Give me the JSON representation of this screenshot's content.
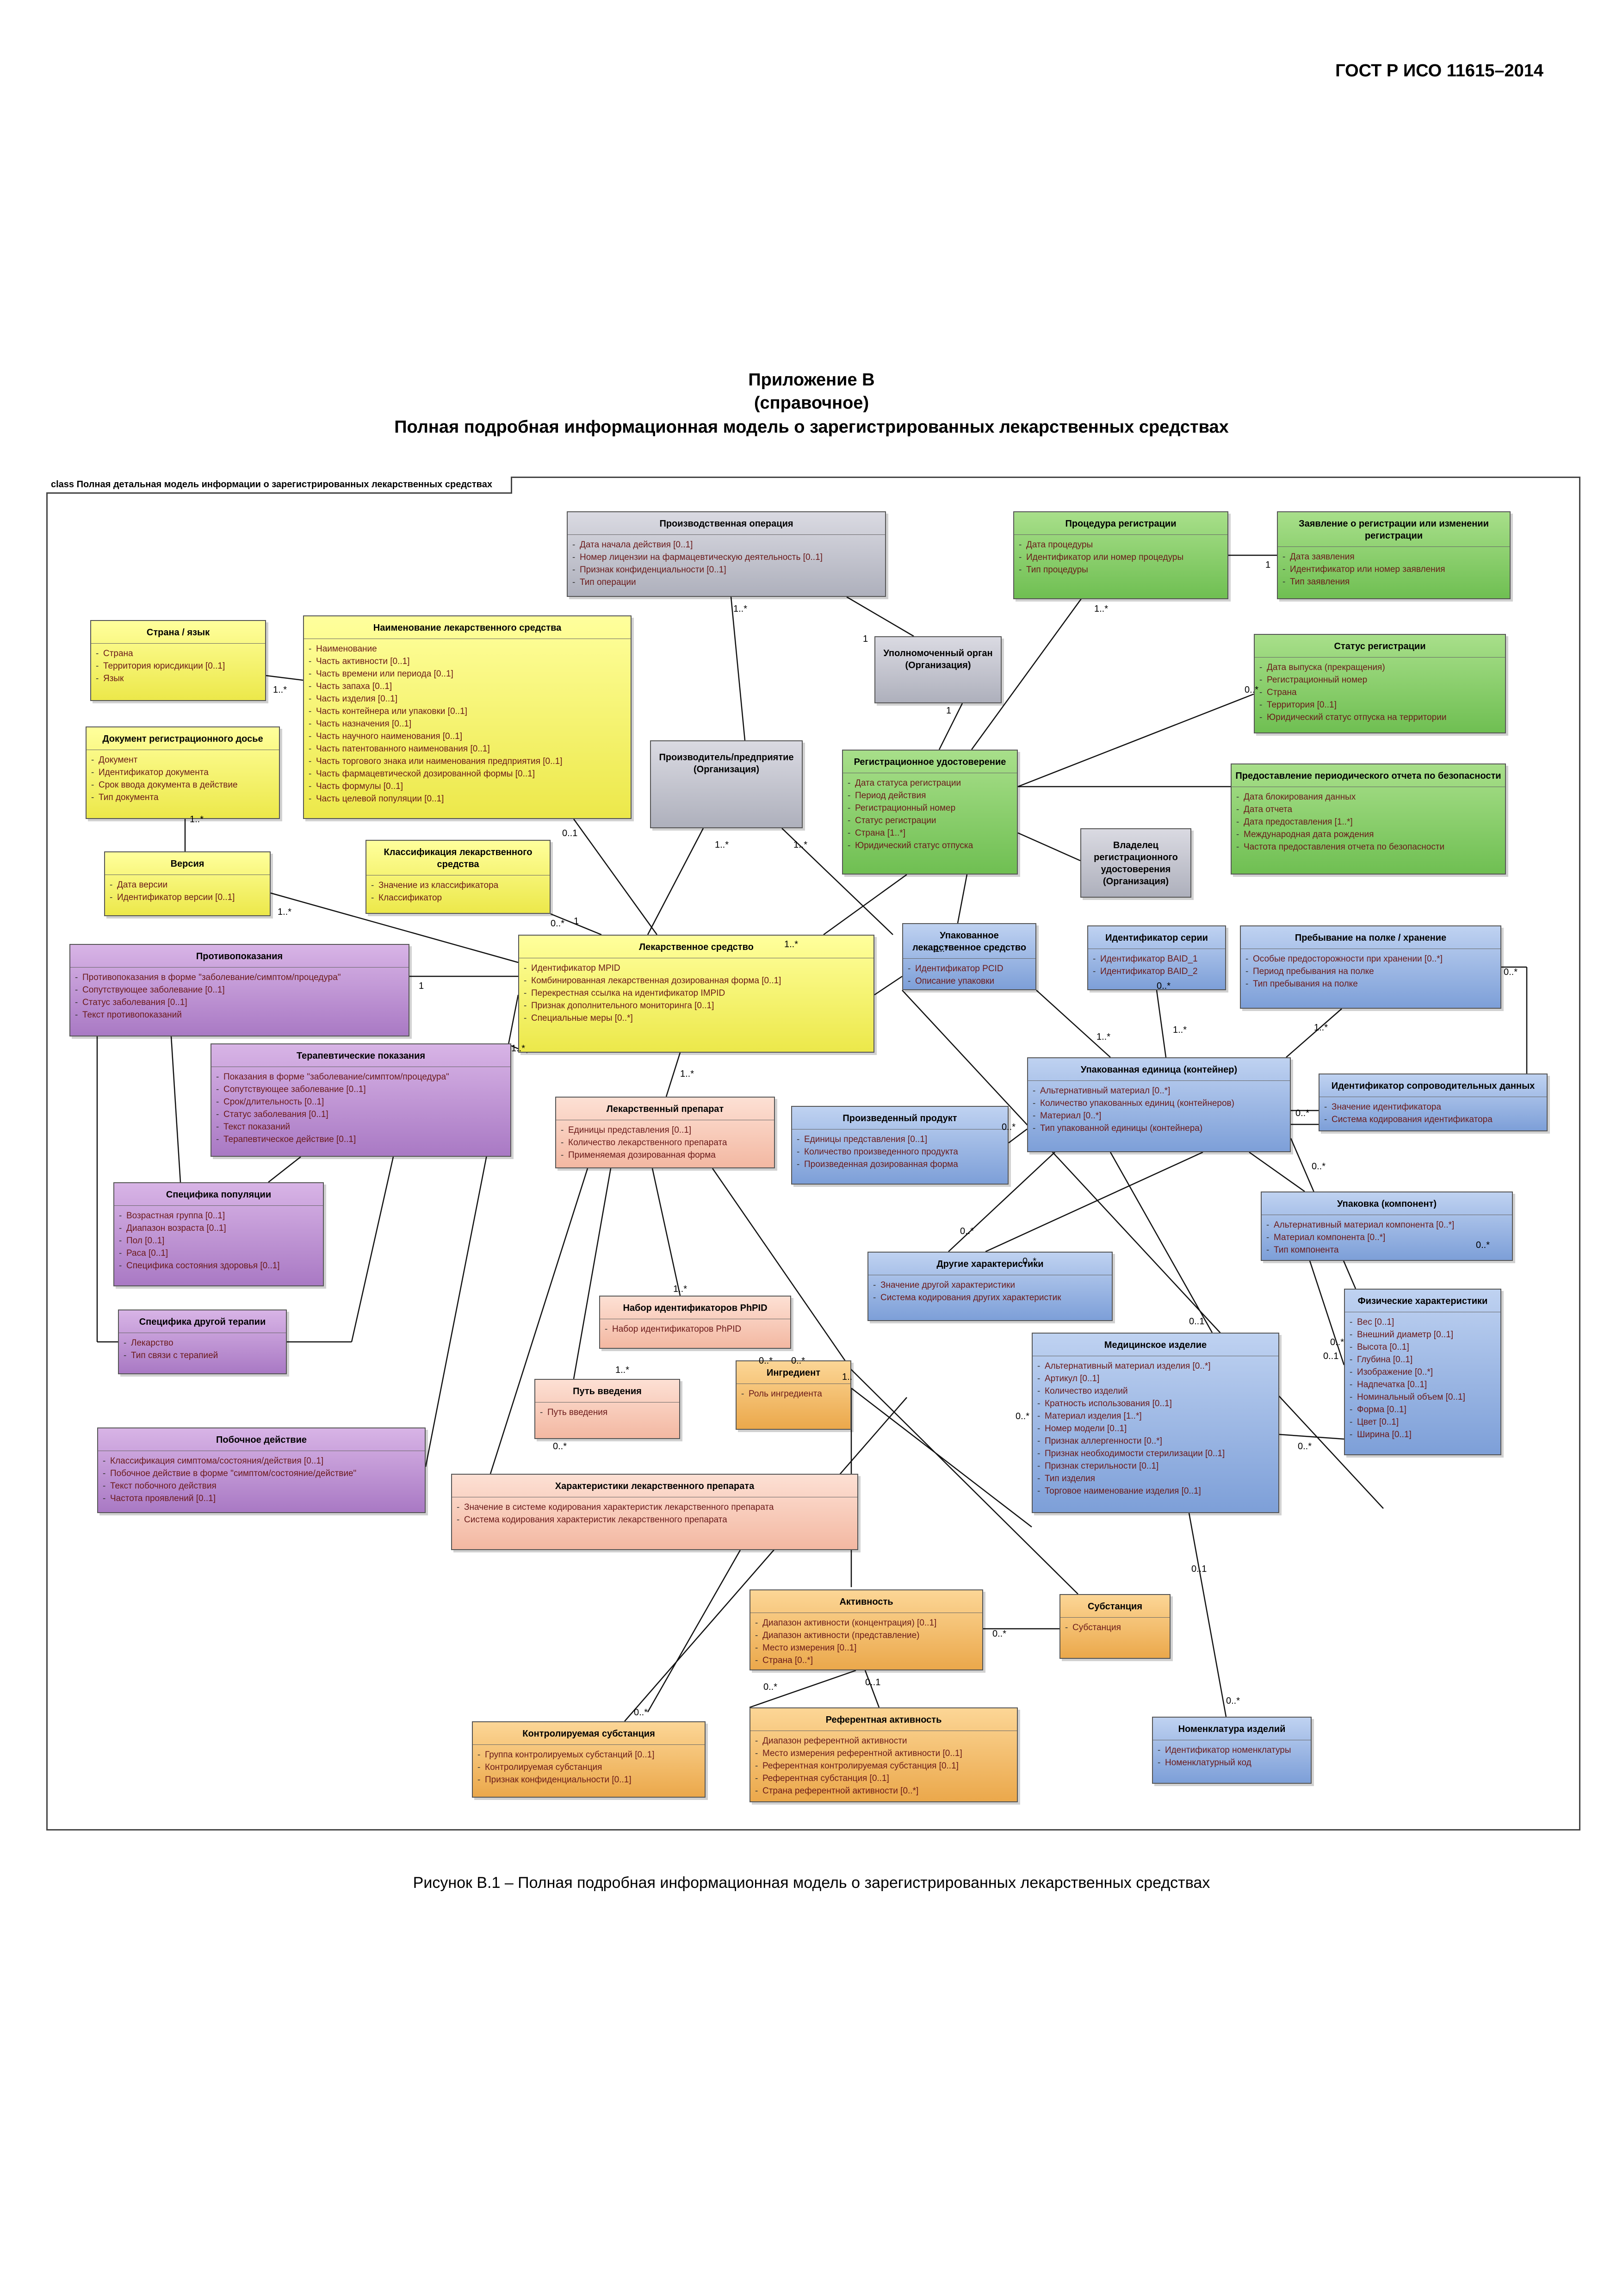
{
  "page": {
    "header": "ГОСТ Р ИСО 11615–2014",
    "appendix": "Приложение В",
    "reference": "(справочное)",
    "title": "Полная подробная информационная модель о зарегистрированных лекарственных средствах",
    "frame_label": "class Полная детальная модель информации о зарегистрированных лекарственных средствах",
    "caption": "Рисунок В.1 – Полная подробная информационная модель о зарегистрированных лекарственных средствах"
  },
  "classes": [
    {
      "id": "prod_op",
      "title": "Производственная операция",
      "color": "gray",
      "attrs": [
        "Дата начала действия [0..1]",
        "Номер лицензии на фармацевтическую деятельность [0..1]",
        "Признак конфиденциальности [0..1]",
        "Тип операции"
      ]
    },
    {
      "id": "auth_org",
      "title": "Уполномоченный орган (Организация)",
      "color": "gray",
      "attrs": []
    },
    {
      "id": "manuf_org",
      "title": "Производитель/предприятие (Организация)",
      "color": "gray",
      "attrs": []
    },
    {
      "id": "holder_org",
      "title": "Владелец регистрационного удостоверения (Организация)",
      "color": "gray",
      "attrs": []
    },
    {
      "id": "reg_proc",
      "title": "Процедура регистрации",
      "color": "green",
      "attrs": [
        "Дата процедуры",
        "Идентификатор или номер процедуры",
        "Тип процедуры"
      ]
    },
    {
      "id": "reg_app",
      "title": "Заявление о регистрации или изменении регистрации",
      "color": "green",
      "attrs": [
        "Дата заявления",
        "Идентификатор или номер заявления",
        "Тип заявления"
      ]
    },
    {
      "id": "reg_status",
      "title": "Статус регистрации",
      "color": "green",
      "attrs": [
        "Дата выпуска (прекращения)",
        "Регистрационный номер",
        "Страна",
        "Территория [0..1]",
        "Юридический статус отпуска на территории"
      ]
    },
    {
      "id": "reg_cert",
      "title": "Регистрационное удостоверение",
      "color": "green",
      "attrs": [
        "Дата статуса регистрации",
        "Период действия",
        "Регистрационный номер",
        "Статус регистрации",
        "Страна [1..*]",
        "Юридический статус отпуска"
      ]
    },
    {
      "id": "psur",
      "title": "Предоставление периодического отчета по безопасности",
      "color": "green",
      "attrs": [
        "Дата блокирования данных",
        "Дата отчета",
        "Дата предоставления [1..*]",
        "Международная дата рождения",
        "Частота предоставления отчета по безопасности"
      ]
    },
    {
      "id": "country",
      "title": "Страна / язык",
      "color": "yellow",
      "attrs": [
        "Страна",
        "Территория юрисдикции [0..1]",
        "Язык"
      ]
    },
    {
      "id": "name",
      "title": "Наименование лекарственного средства",
      "color": "yellow",
      "attrs": [
        "Наименование",
        "Часть активности [0..1]",
        "Часть времени или периода [0..1]",
        "Часть запаха [0..1]",
        "Часть изделия [0..1]",
        "Часть контейнера или упаковки [0..1]",
        "Часть назначения [0..1]",
        "Часть научного наименования [0..1]",
        "Часть патентованного наименования [0..1]",
        "Часть торгового знака или наименования предприятия [0..1]",
        "Часть фармацевтической дозированной формы [0..1]",
        "Часть формулы [0..1]",
        "Часть целевой популяции [0..1]"
      ]
    },
    {
      "id": "dossier",
      "title": "Документ регистрационного досье",
      "color": "yellow",
      "attrs": [
        "Документ",
        "Идентификатор документа",
        "Срок ввода документа в действие",
        "Тип документа"
      ]
    },
    {
      "id": "version",
      "title": "Версия",
      "color": "yellow",
      "attrs": [
        "Дата версии",
        "Идентификатор версии [0..1]"
      ]
    },
    {
      "id": "classif",
      "title": "Классификация лекарственного средства",
      "color": "yellow",
      "attrs": [
        "Значение из классификатора",
        "Классификатор"
      ]
    },
    {
      "id": "medprod",
      "title": "Лекарственное средство",
      "color": "yellow",
      "attrs": [
        "Идентификатор MPID",
        "Комбинированная лекарственная дозированная форма [0..1]",
        "Перекрестная ссылка на идентификатор IMPID",
        "Признак дополнительного мониторинга [0..1]",
        "Специальные меры [0..*]"
      ]
    },
    {
      "id": "contra",
      "title": "Противопоказания",
      "color": "purple",
      "attrs": [
        "Противопоказания в форме \"заболевание/симптом/процедура\"",
        "Сопутствующее заболевание [0..1]",
        "Статус заболевания [0..1]",
        "Текст противопоказаний"
      ]
    },
    {
      "id": "indic",
      "title": "Терапевтические показания",
      "color": "purple",
      "attrs": [
        "Показания в форме \"заболевание/симптом/процедура\"",
        "Сопутствующее заболевание [0..1]",
        "Срок/длительность [0..1]",
        "Статус заболевания [0..1]",
        "Текст показаний",
        "Терапевтическое действие [0..1]"
      ]
    },
    {
      "id": "population",
      "title": "Специфика популяции",
      "color": "purple",
      "attrs": [
        "Возрастная группа [0..1]",
        "Диапазон возраста [0..1]",
        "Пол [0..1]",
        "Раса [0..1]",
        "Специфика состояния здоровья [0..1]"
      ]
    },
    {
      "id": "other_ther",
      "title": "Специфика другой терапии",
      "color": "purple",
      "attrs": [
        "Лекарство",
        "Тип связи с терапией"
      ]
    },
    {
      "id": "undesirable",
      "title": "Побочное действие",
      "color": "purple",
      "attrs": [
        "Классификация симптома/состояния/действия [0..1]",
        "Побочное действие в форме \"симптом/состояние/действие\"",
        "Текст побочного действия",
        "Частота проявлений [0..1]"
      ]
    },
    {
      "id": "pharmprod",
      "title": "Лекарственный препарат",
      "color": "salmon",
      "attrs": [
        "Единицы представления [0..1]",
        "Количество лекарственного препарата",
        "Применяемая дозированная форма"
      ]
    },
    {
      "id": "phpid",
      "title": "Набор идентификаторов PhPID",
      "color": "salmon",
      "attrs": [
        "Набор идентификаторов PhPID"
      ]
    },
    {
      "id": "route",
      "title": "Путь введения",
      "color": "salmon",
      "attrs": [
        "Путь введения"
      ]
    },
    {
      "id": "pp_char",
      "title": "Характеристики лекарственного препарата",
      "color": "salmon",
      "attrs": [
        "Значение в системе кодирования характеристик лекарственного препарата",
        "Система кодирования характеристик лекарственного препарата"
      ]
    },
    {
      "id": "ingredient",
      "title": "Ингредиент",
      "color": "orange",
      "attrs": [
        "Роль ингредиента"
      ]
    },
    {
      "id": "strength",
      "title": "Активность",
      "color": "orange",
      "attrs": [
        "Диапазон активности (концентрация) [0..1]",
        "Диапазон активности (представление)",
        "Место измерения [0..1]",
        "Страна [0..*]"
      ]
    },
    {
      "id": "substance",
      "title": "Субстанция",
      "color": "orange",
      "attrs": [
        "Субстанция"
      ]
    },
    {
      "id": "spec_sub",
      "title": "Контролируемая субстанция",
      "color": "orange",
      "attrs": [
        "Группа контролируемых субстанций [0..1]",
        "Контролируемая субстанция",
        "Признак конфиденциальности [0..1]"
      ]
    },
    {
      "id": "ref_strength",
      "title": "Референтная активность",
      "color": "orange",
      "attrs": [
        "Диапазон референтной активности",
        "Место измерения референтной активности [0..1]",
        "Референтная контролируемая субстанция [0..1]",
        "Референтная субстанция [0..1]",
        "Страна референтной активности [0..*]"
      ]
    },
    {
      "id": "pack_med",
      "title": "Упакованное лекарственное средство",
      "color": "blue",
      "attrs": [
        "Идентификатор PCID",
        "Описание упаковки"
      ]
    },
    {
      "id": "batch",
      "title": "Идентификатор серии",
      "color": "blue",
      "attrs": [
        "Идентификатор BAID_1",
        "Идентификатор BAID_2"
      ]
    },
    {
      "id": "shelf",
      "title": "Пребывание на полке / хранение",
      "color": "blue",
      "attrs": [
        "Особые предосторожности при хранении [0..*]",
        "Период пребывания на полке",
        "Тип пребывания на полке"
      ]
    },
    {
      "id": "pack_item",
      "title": "Упакованная единица (контейнер)",
      "color": "blue",
      "attrs": [
        "Альтернативный материал [0..*]",
        "Количество упакованных единиц (контейнеров)",
        "Материал [0..*]",
        "Тип упакованной единицы (контейнера)"
      ]
    },
    {
      "id": "device_batch",
      "title": "Идентификатор сопроводительных данных",
      "color": "blue",
      "attrs": [
        "Значение идентификатора",
        "Система кодирования идентификатора"
      ]
    },
    {
      "id": "manu_item",
      "title": "Произведенный продукт",
      "color": "blue",
      "attrs": [
        "Единицы представления [0..1]",
        "Количество произведенного продукта",
        "Произведенная дозированная форма"
      ]
    },
    {
      "id": "pack_comp",
      "title": "Упаковка (компонент)",
      "color": "blue",
      "attrs": [
        "Альтернативный материал компонента [0..*]",
        "Материал компонента [0..*]",
        "Тип компонента"
      ]
    },
    {
      "id": "other_char",
      "title": "Другие характеристики",
      "color": "blue",
      "attrs": [
        "Значение другой характеристики",
        "Система кодирования других характеристик"
      ]
    },
    {
      "id": "phys",
      "title": "Физические характеристики",
      "color": "blue",
      "attrs": [
        "Вес [0..1]",
        "Внешний диаметр [0..1]",
        "Высота [0..1]",
        "Глубина [0..1]",
        "Изображение [0..*]",
        "Надпечатка [0..1]",
        "Номинальный объем [0..1]",
        "Форма [0..1]",
        "Цвет [0..1]",
        "Ширина [0..1]"
      ]
    },
    {
      "id": "device",
      "title": "Медицинское изделие",
      "color": "blue",
      "attrs": [
        "Альтернативный материал изделия [0..*]",
        "Артикул [0..1]",
        "Количество изделий",
        "Кратность использования [0..1]",
        "Материал изделия [1..*]",
        "Номер модели [0..1]",
        "Признак аллергенности [0..*]",
        "Признак необходимости стерилизации [0..1]",
        "Признак стерильности [0..1]",
        "Тип изделия",
        "Торговое наименование изделия [0..1]"
      ]
    },
    {
      "id": "dev_nom",
      "title": "Номенклатура изделий",
      "color": "blue",
      "attrs": [
        "Идентификатор номенклатуры",
        "Номенклатурный код"
      ]
    }
  ],
  "multiplicities": [
    "1..*",
    "1",
    "1..*",
    "1",
    "0..*",
    "1..*",
    "1",
    "1..*",
    "1..*",
    "1..*",
    "1..*",
    "1",
    "0..1",
    "1",
    "1..*",
    "0..*",
    "1..*",
    "1..*",
    "1..*",
    "0..*",
    "0..*",
    "0..*",
    "1..",
    "1..*",
    "1..*",
    "1..*",
    "0..*",
    "0..*",
    "1..*",
    "0..*",
    "0..*",
    "0..*",
    "0..*",
    "0..1",
    "0..*",
    "0..*",
    "0..1",
    "0..*",
    "0..*",
    "0..1",
    "0..*",
    "0..*",
    "0..1",
    "0..*",
    "0..*",
    "1..*",
    "0..*"
  ]
}
